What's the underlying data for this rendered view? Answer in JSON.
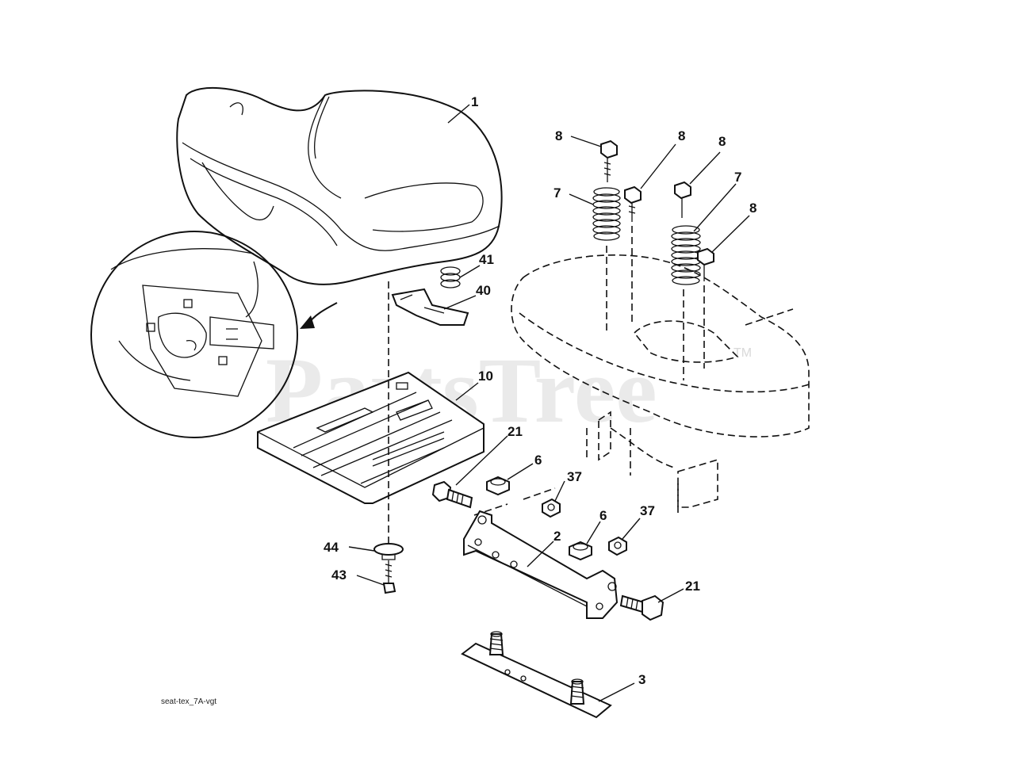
{
  "callouts": {
    "c1": "1",
    "c8a": "8",
    "c8b": "8",
    "c8c": "8",
    "c8d": "8",
    "c7a": "7",
    "c7b": "7",
    "c41": "41",
    "c40": "40",
    "c10": "10",
    "c21a": "21",
    "c6a": "6",
    "c37a": "37",
    "c6b": "6",
    "c37b": "37",
    "c2": "2",
    "c21b": "21",
    "c44": "44",
    "c43": "43",
    "c3": "3"
  },
  "reference": "seat-tex_7A-vgt",
  "watermark": {
    "text": "PartsTree",
    "tm": "TM"
  }
}
